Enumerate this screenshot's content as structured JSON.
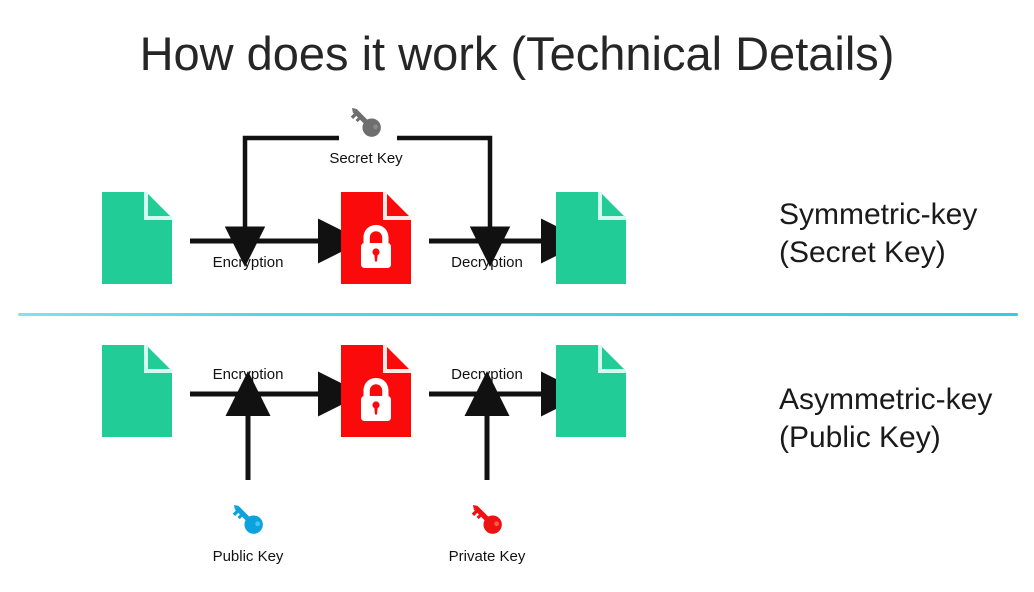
{
  "slide": {
    "title": "How does it work (Technical Details)",
    "background_color": "#ffffff",
    "divider_color": "#4fd6e8"
  },
  "colors": {
    "document_plain": "#22cc96",
    "document_fold": "#b8f5e0",
    "document_locked": "#fa0a0a",
    "lock_glyph": "#ffffff",
    "arrow": "#111111",
    "text": "#1a1a1a",
    "key_secret": "#6e6e6e",
    "key_public": "#0aa3e0",
    "key_private": "#ee1111",
    "divider": "#4fd6e8"
  },
  "sections": [
    {
      "id": "symmetric",
      "caption_line1": "Symmetric-key",
      "caption_line2": "(Secret Key)",
      "key": {
        "icon": "key-icon",
        "label": "Secret Key",
        "color": "#6e6e6e"
      },
      "steps": [
        {
          "icon": "document-icon",
          "state": "plaintext",
          "color": "#22cc96"
        },
        {
          "label": "Encryption",
          "label_position": "below"
        },
        {
          "icon": "document-locked-icon",
          "state": "ciphertext",
          "color": "#fa0a0a"
        },
        {
          "label": "Decryption",
          "label_position": "below"
        },
        {
          "icon": "document-icon",
          "state": "plaintext",
          "color": "#22cc96"
        }
      ]
    },
    {
      "id": "asymmetric",
      "caption_line1": "Asymmetric-key",
      "caption_line2": "(Public Key)",
      "keys": [
        {
          "icon": "key-icon",
          "label": "Public Key",
          "color": "#0aa3e0",
          "feeds": "Encryption"
        },
        {
          "icon": "key-icon",
          "label": "Private Key",
          "color": "#ee1111",
          "feeds": "Decryption"
        }
      ],
      "steps": [
        {
          "icon": "document-icon",
          "state": "plaintext",
          "color": "#22cc96"
        },
        {
          "label": "Encryption",
          "label_position": "above"
        },
        {
          "icon": "document-locked-icon",
          "state": "ciphertext",
          "color": "#fa0a0a"
        },
        {
          "label": "Decryption",
          "label_position": "above"
        },
        {
          "icon": "document-icon",
          "state": "plaintext",
          "color": "#22cc96"
        }
      ]
    }
  ],
  "labels": {
    "encryption_top": "Encryption",
    "decryption_top": "Decryption",
    "encryption_bottom": "Encryption",
    "decryption_bottom": "Decryption",
    "secret_key": "Secret Key",
    "public_key": "Public Key",
    "private_key": "Private Key",
    "symmetric_line1": "Symmetric-key",
    "symmetric_line2": "(Secret Key)",
    "asymmetric_line1": "Asymmetric-key",
    "asymmetric_line2": "(Public Key)"
  }
}
